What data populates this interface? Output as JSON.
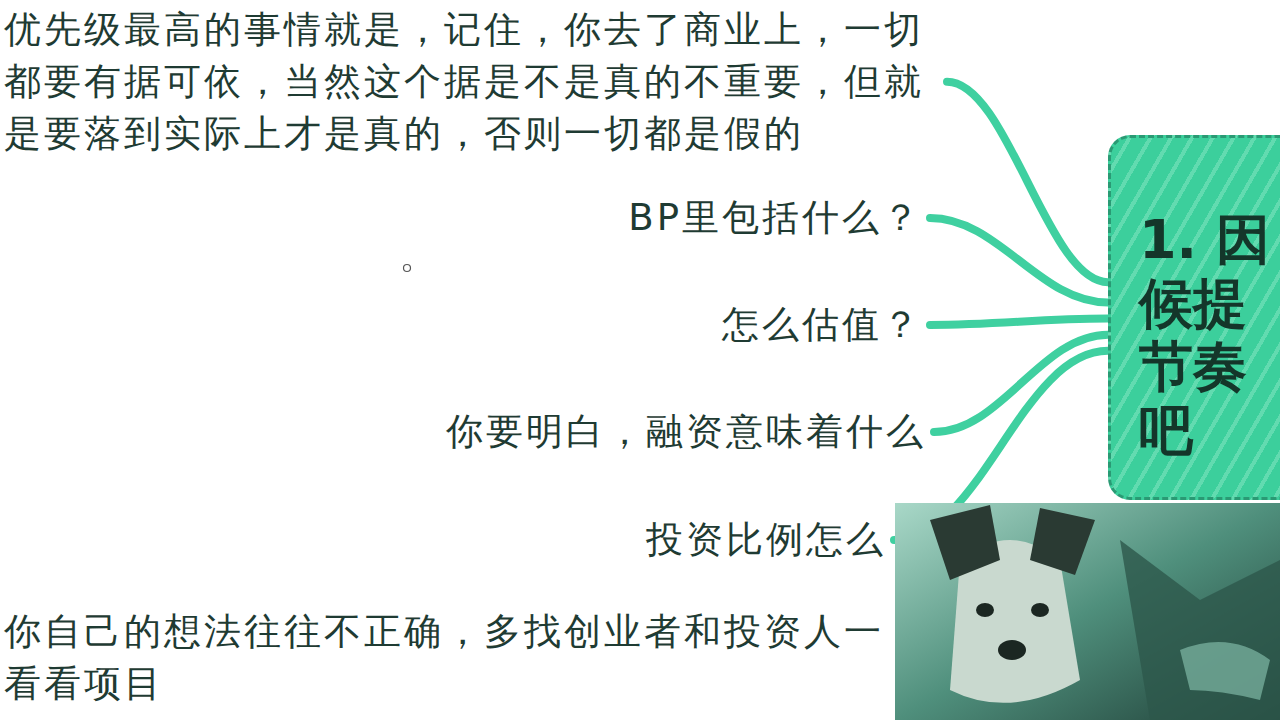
{
  "diagram": {
    "nodes": [
      {
        "text": [
          "1. 因 候提 节奏 吧"
        ]
      },
      {
        "text": [
          "优先级最高的事情就是，记住，你去了商业上，一切都要有据可依，当然这个据是不是真的不重要，但就是要落到实际上才是真的，否则一切都是假的"
        ]
      },
      {
        "text": [
          "BP里包括什么？"
        ]
      },
      {
        "text": [
          "怎么估值？"
        ]
      },
      {
        "text": [
          "你要明白，融资意味着什么"
        ]
      },
      {
        "text": [
          "投资比例怎么"
        ]
      },
      {
        "text": [
          "你自己的想法往往不正确，多找创业者和投资人一 看看项目"
        ]
      }
    ],
    "edges": [
      {
        "from": 0,
        "to": 1,
        "arrow": "none"
      },
      {
        "from": 0,
        "to": 2,
        "arrow": "none"
      },
      {
        "from": 0,
        "to": 3,
        "arrow": "none"
      },
      {
        "from": 0,
        "to": 4,
        "arrow": "none"
      },
      {
        "from": 0,
        "to": 5,
        "arrow": "none"
      }
    ]
  }
}
